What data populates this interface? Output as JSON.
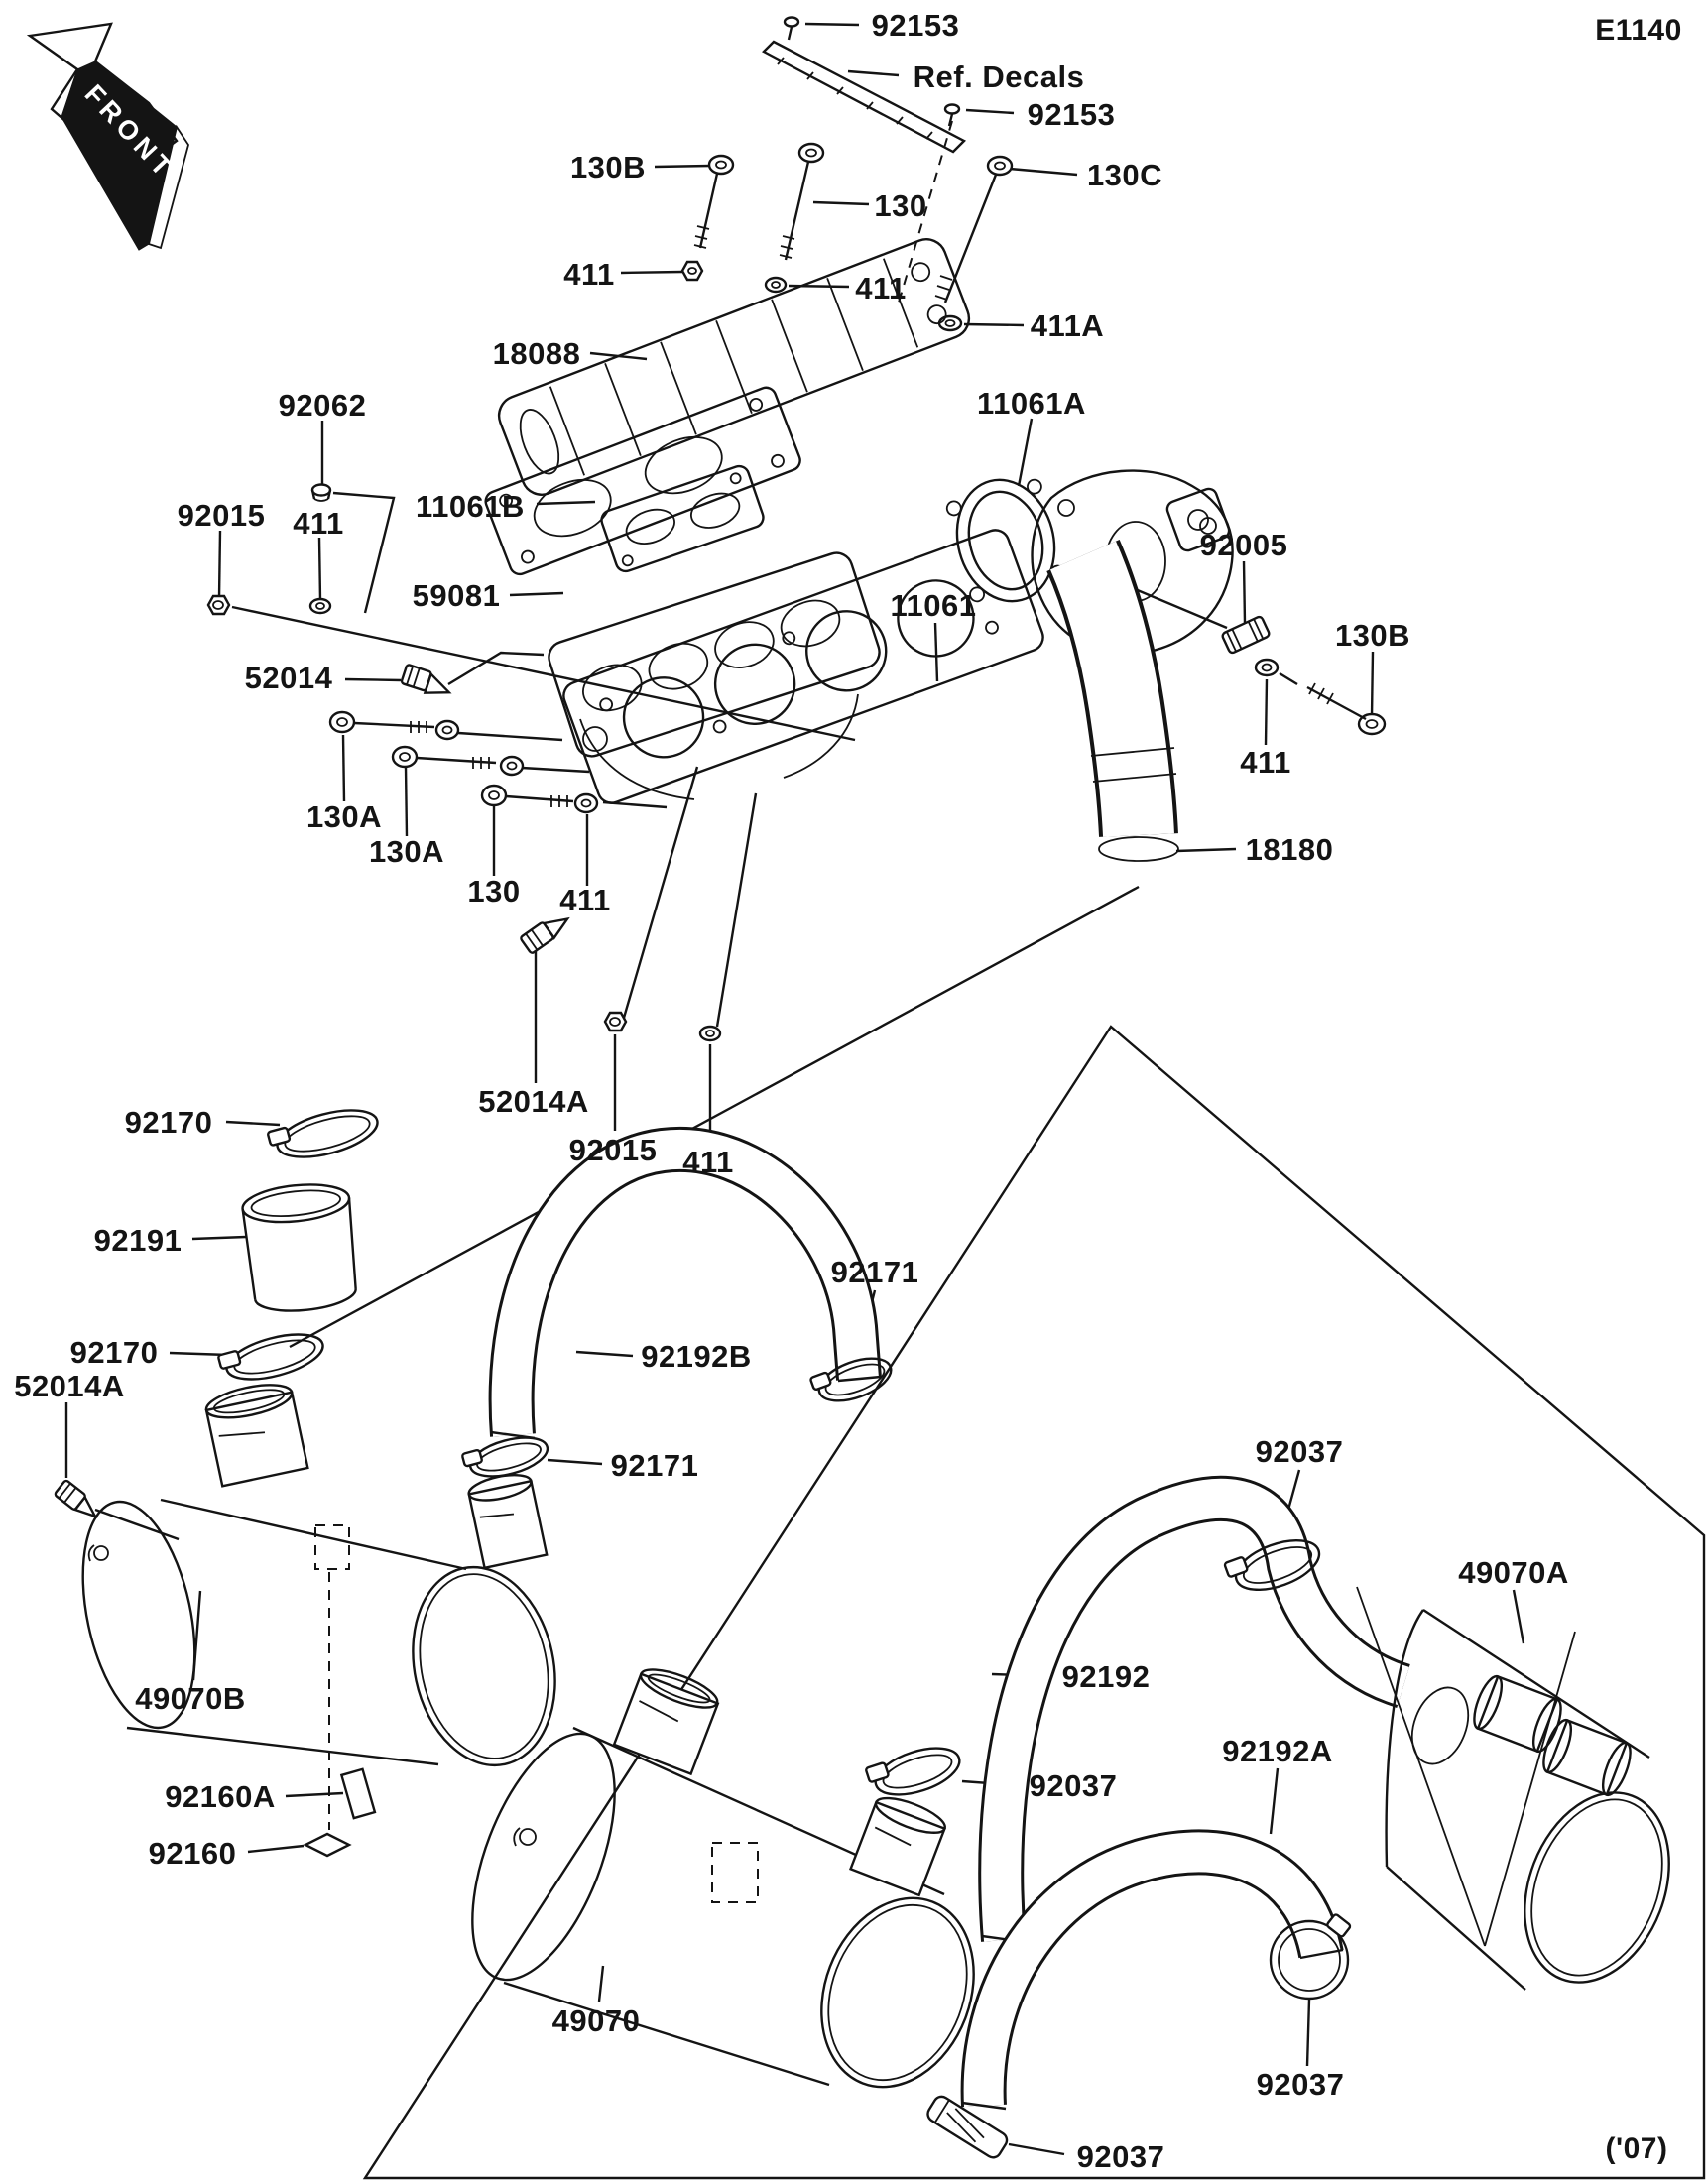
{
  "drawing": {
    "code": "E1140",
    "front_marker": "FRONT",
    "variant_note": "('07)",
    "ref_decals": "Ref. Decals"
  },
  "part_numbers": {
    "92153": "92153",
    "130": "130",
    "130A": "130A",
    "130B": "130B",
    "130C": "130C",
    "411": "411",
    "411A": "411A",
    "18088": "18088",
    "11061": "11061",
    "11061A": "11061A",
    "11061B": "11061B",
    "92062": "92062",
    "92015": "92015",
    "59081": "59081",
    "52014": "52014",
    "52014A": "52014A",
    "92005": "92005",
    "18180": "18180",
    "92170": "92170",
    "92191": "92191",
    "92171": "92171",
    "92192": "92192",
    "92192A": "92192A",
    "92192B": "92192B",
    "92037": "92037",
    "49070": "49070",
    "49070A": "49070A",
    "49070B": "49070B",
    "92160": "92160",
    "92160A": "92160A"
  }
}
